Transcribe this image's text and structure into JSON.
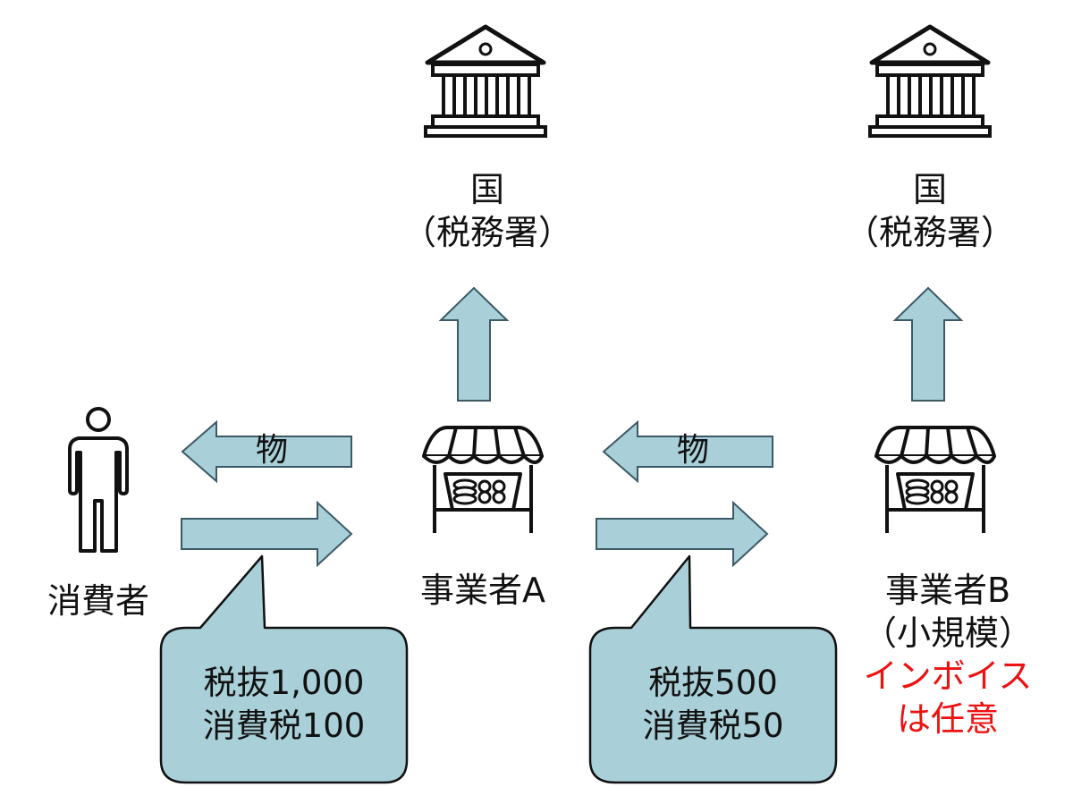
{
  "government": {
    "name": "国",
    "sub": "（税務署）"
  },
  "consumer": {
    "label": "消費者"
  },
  "business_a": {
    "label": "事業者A"
  },
  "business_b": {
    "label": "事業者B",
    "sub": "（小規模）",
    "note_line1": "インボイス",
    "note_line2": "は任意"
  },
  "flows": {
    "goods_label": "物"
  },
  "bubbles": {
    "left": {
      "line1": "税抜1,000",
      "line2": "消費税100"
    },
    "right": {
      "line1": "税抜500",
      "line2": "消費税50"
    }
  },
  "colors": {
    "arrow_fill": "#a9cfd8",
    "arrow_stroke": "#3c5a66",
    "bubble_fill": "#a9cfd8",
    "note_red": "#ee1111"
  }
}
